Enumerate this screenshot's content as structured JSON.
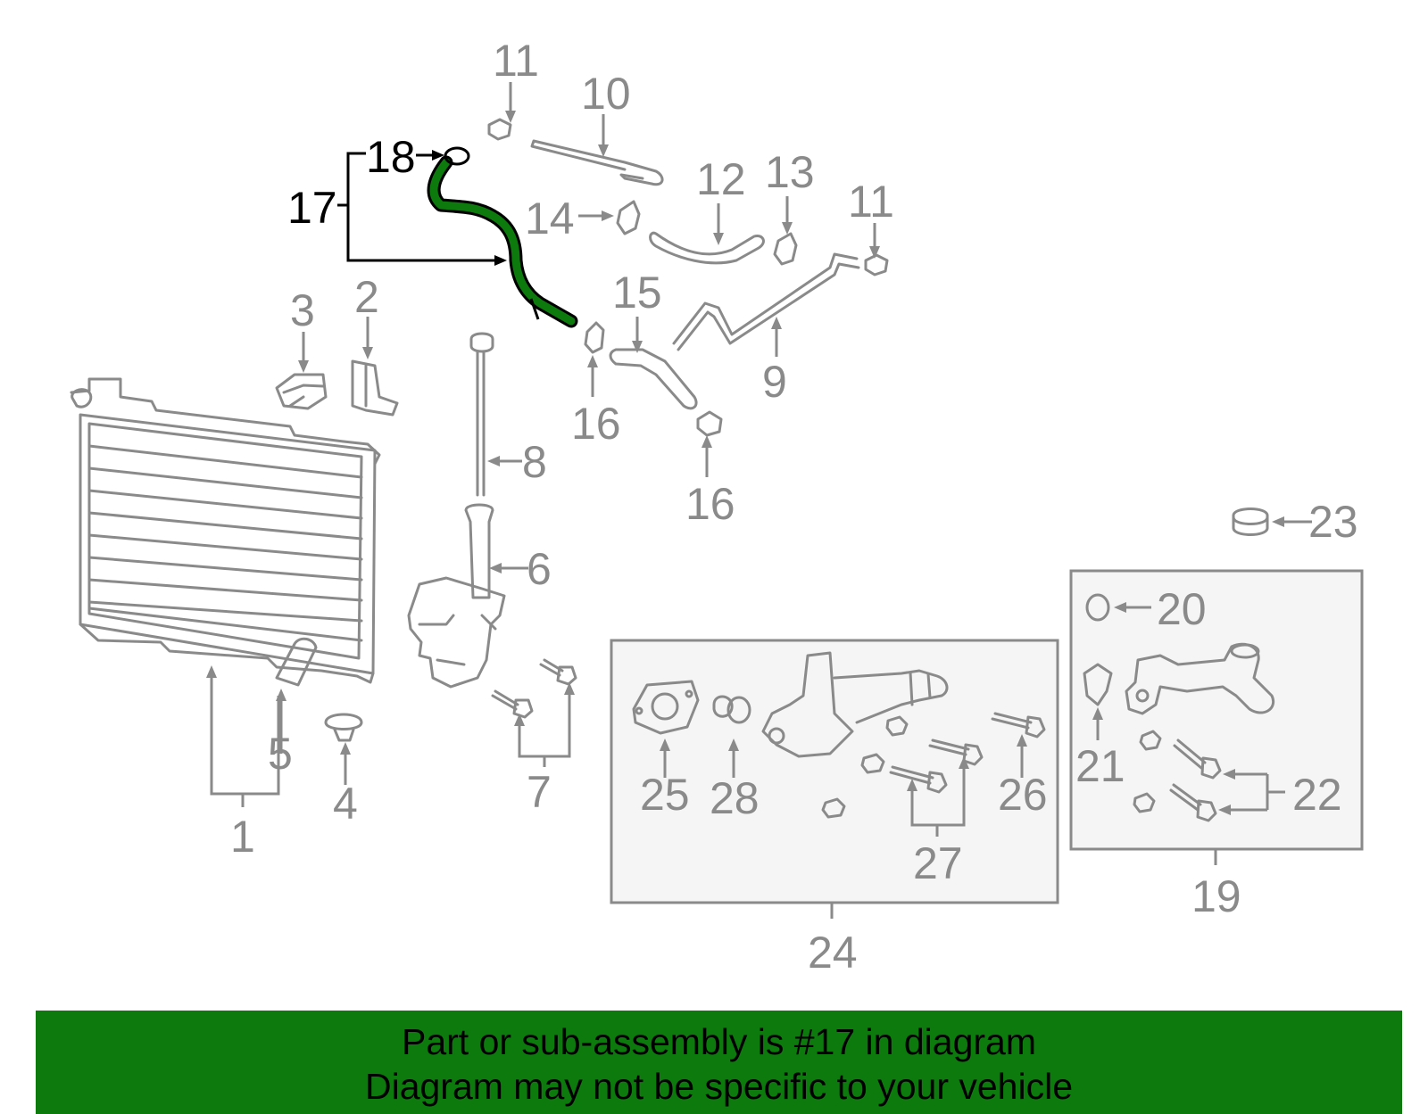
{
  "labels": {
    "n1": "1",
    "n2": "2",
    "n3": "3",
    "n4": "4",
    "n5": "5",
    "n6": "6",
    "n7": "7",
    "n8": "8",
    "n9": "9",
    "n10": "10",
    "n11a": "11",
    "n11b": "11",
    "n12": "12",
    "n13": "13",
    "n14": "14",
    "n15": "15",
    "n16a": "16",
    "n16b": "16",
    "n17": "17",
    "n18": "18",
    "n19": "19",
    "n20": "20",
    "n21": "21",
    "n22": "22",
    "n23": "23",
    "n24": "24",
    "n25": "25",
    "n26": "26",
    "n27": "27",
    "n28": "28"
  },
  "highlight": {
    "part_number": "17",
    "color": "#0d7a0d"
  },
  "banner": {
    "line1": "Part or sub-assembly is #17 in diagram",
    "line2": "Diagram may not be specific to your vehicle",
    "background": "#0d7a0d"
  },
  "colors": {
    "part_stroke": "#8a8a8a",
    "highlight_stroke": "#000000",
    "box_fill": "#f5f5f5"
  }
}
